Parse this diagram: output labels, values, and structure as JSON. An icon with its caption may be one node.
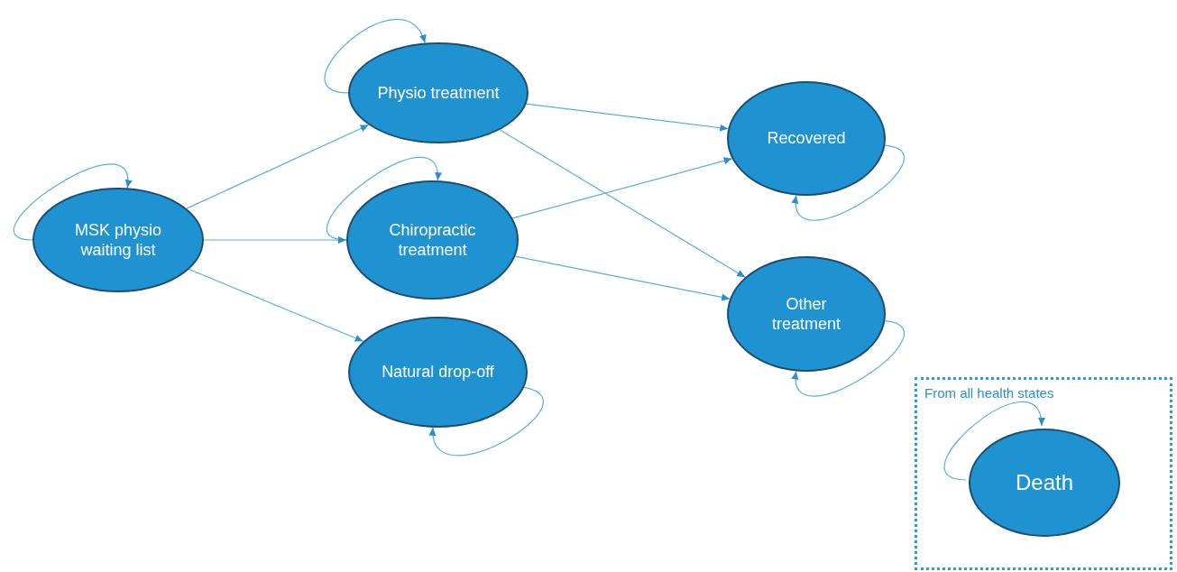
{
  "diagram": {
    "nodes": [
      {
        "text": [
          "MSK physio waiting list"
        ]
      },
      {
        "text": [
          "Physio treatment"
        ]
      },
      {
        "text": [
          "Chiropractic treatment"
        ]
      },
      {
        "text": [
          "Natural drop-off"
        ]
      },
      {
        "text": [
          "Recovered"
        ]
      },
      {
        "text": [
          "Other treatment"
        ]
      },
      {
        "text": [
          "From all health states"
        ]
      },
      {
        "text": [
          "Death"
        ],
        "in": 6
      }
    ],
    "edges": [
      {
        "from": 0,
        "to": 0,
        "arrow": "to"
      },
      {
        "from": 1,
        "to": 1,
        "arrow": "to"
      },
      {
        "from": 2,
        "to": 2,
        "arrow": "to"
      },
      {
        "from": 0,
        "to": 1,
        "arrow": "to"
      },
      {
        "from": 0,
        "to": 2,
        "arrow": "to"
      },
      {
        "from": 0,
        "to": 3,
        "arrow": "to"
      },
      {
        "from": 3,
        "to": 3,
        "arrow": "to"
      },
      {
        "from": 1,
        "to": 4,
        "arrow": "to"
      },
      {
        "from": 1,
        "to": 5,
        "arrow": "to"
      },
      {
        "from": 2,
        "to": 4,
        "arrow": "to"
      },
      {
        "from": 2,
        "to": 5,
        "arrow": "to"
      },
      {
        "from": 4,
        "to": 4,
        "arrow": "to"
      },
      {
        "from": 5,
        "to": 5,
        "arrow": "to"
      },
      {
        "from": 7,
        "to": 7,
        "arrow": "to"
      }
    ]
  }
}
